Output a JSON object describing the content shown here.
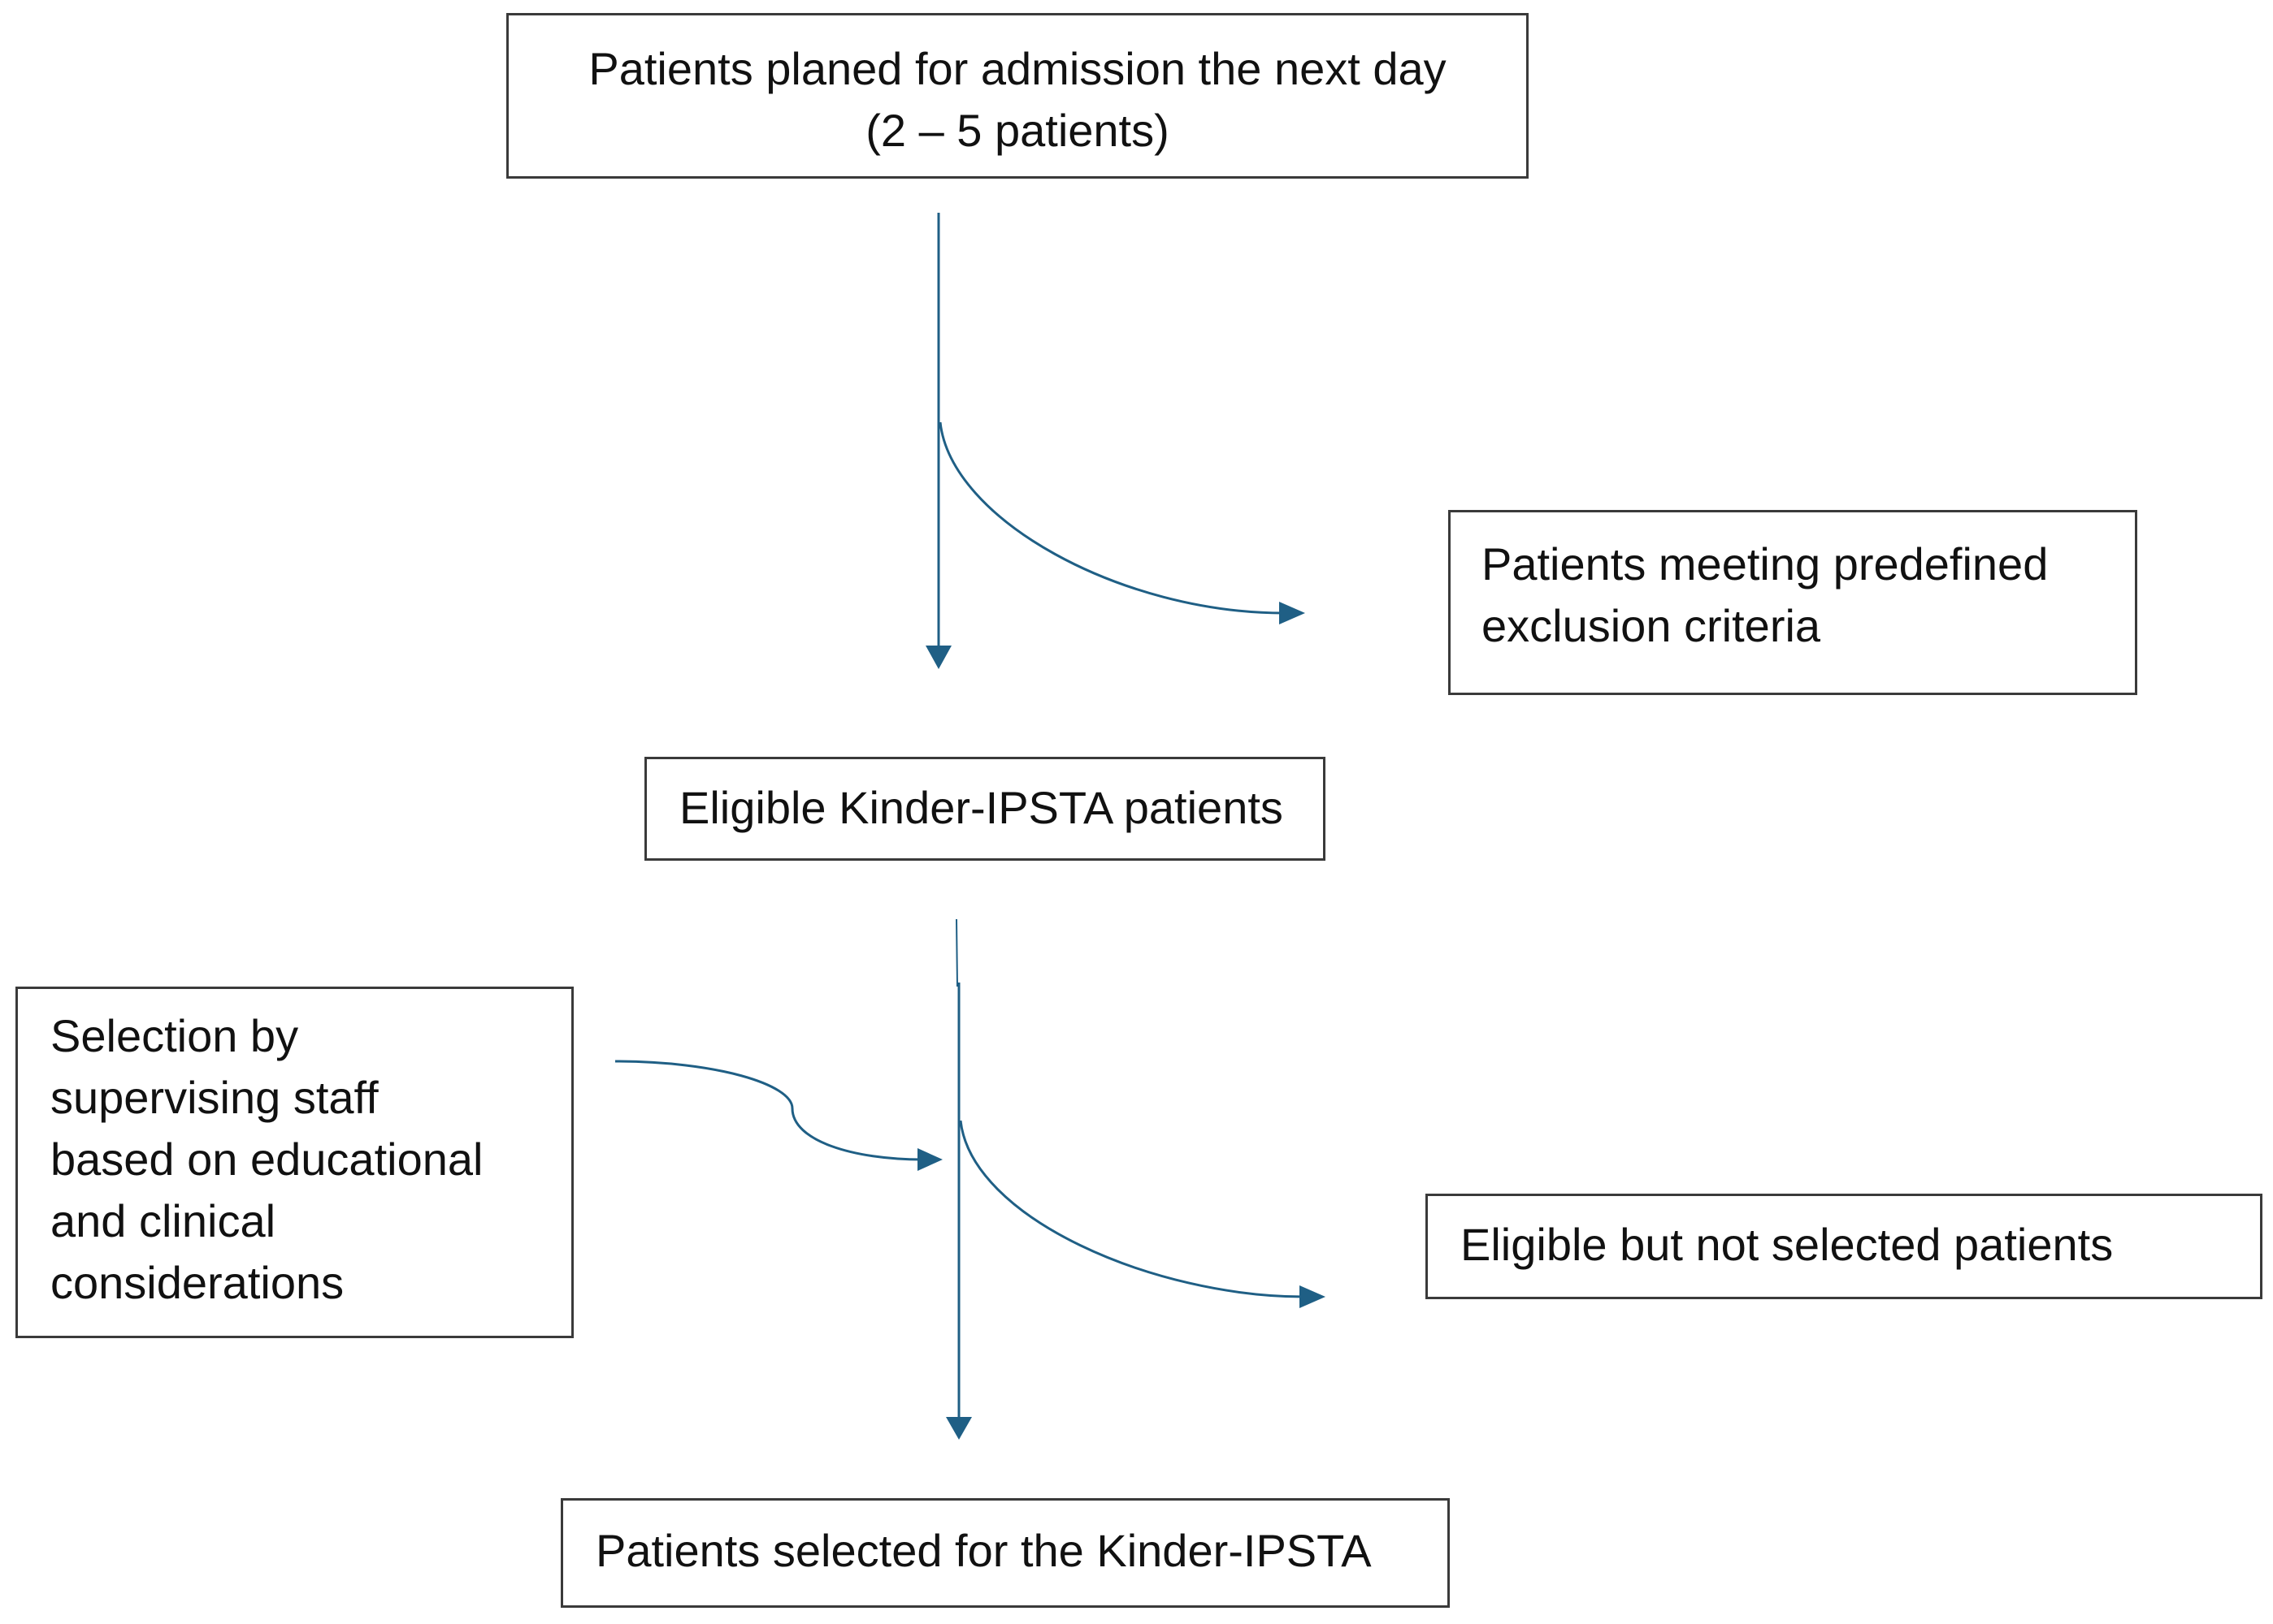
{
  "diagram": {
    "line_color": "#1f5f85",
    "border_color": "#3a3a3a",
    "boxes": {
      "top": {
        "line1": "Patients planed for admission the next day",
        "line2": "(2 – 5 patients)"
      },
      "exclusion": {
        "line1": "Patients meeting predefined",
        "line2": "exclusion criteria"
      },
      "eligible": {
        "line1": "Eligible Kinder-IPSTA patients"
      },
      "selection": {
        "line1": "Selection by",
        "line2": "supervising staff",
        "line3": "based on educational",
        "line4": "and clinical",
        "line5": "considerations"
      },
      "not_selected": {
        "line1": "Eligible but not selected patients"
      },
      "final": {
        "line1": "Patients selected for the Kinder-IPSTA"
      }
    }
  }
}
